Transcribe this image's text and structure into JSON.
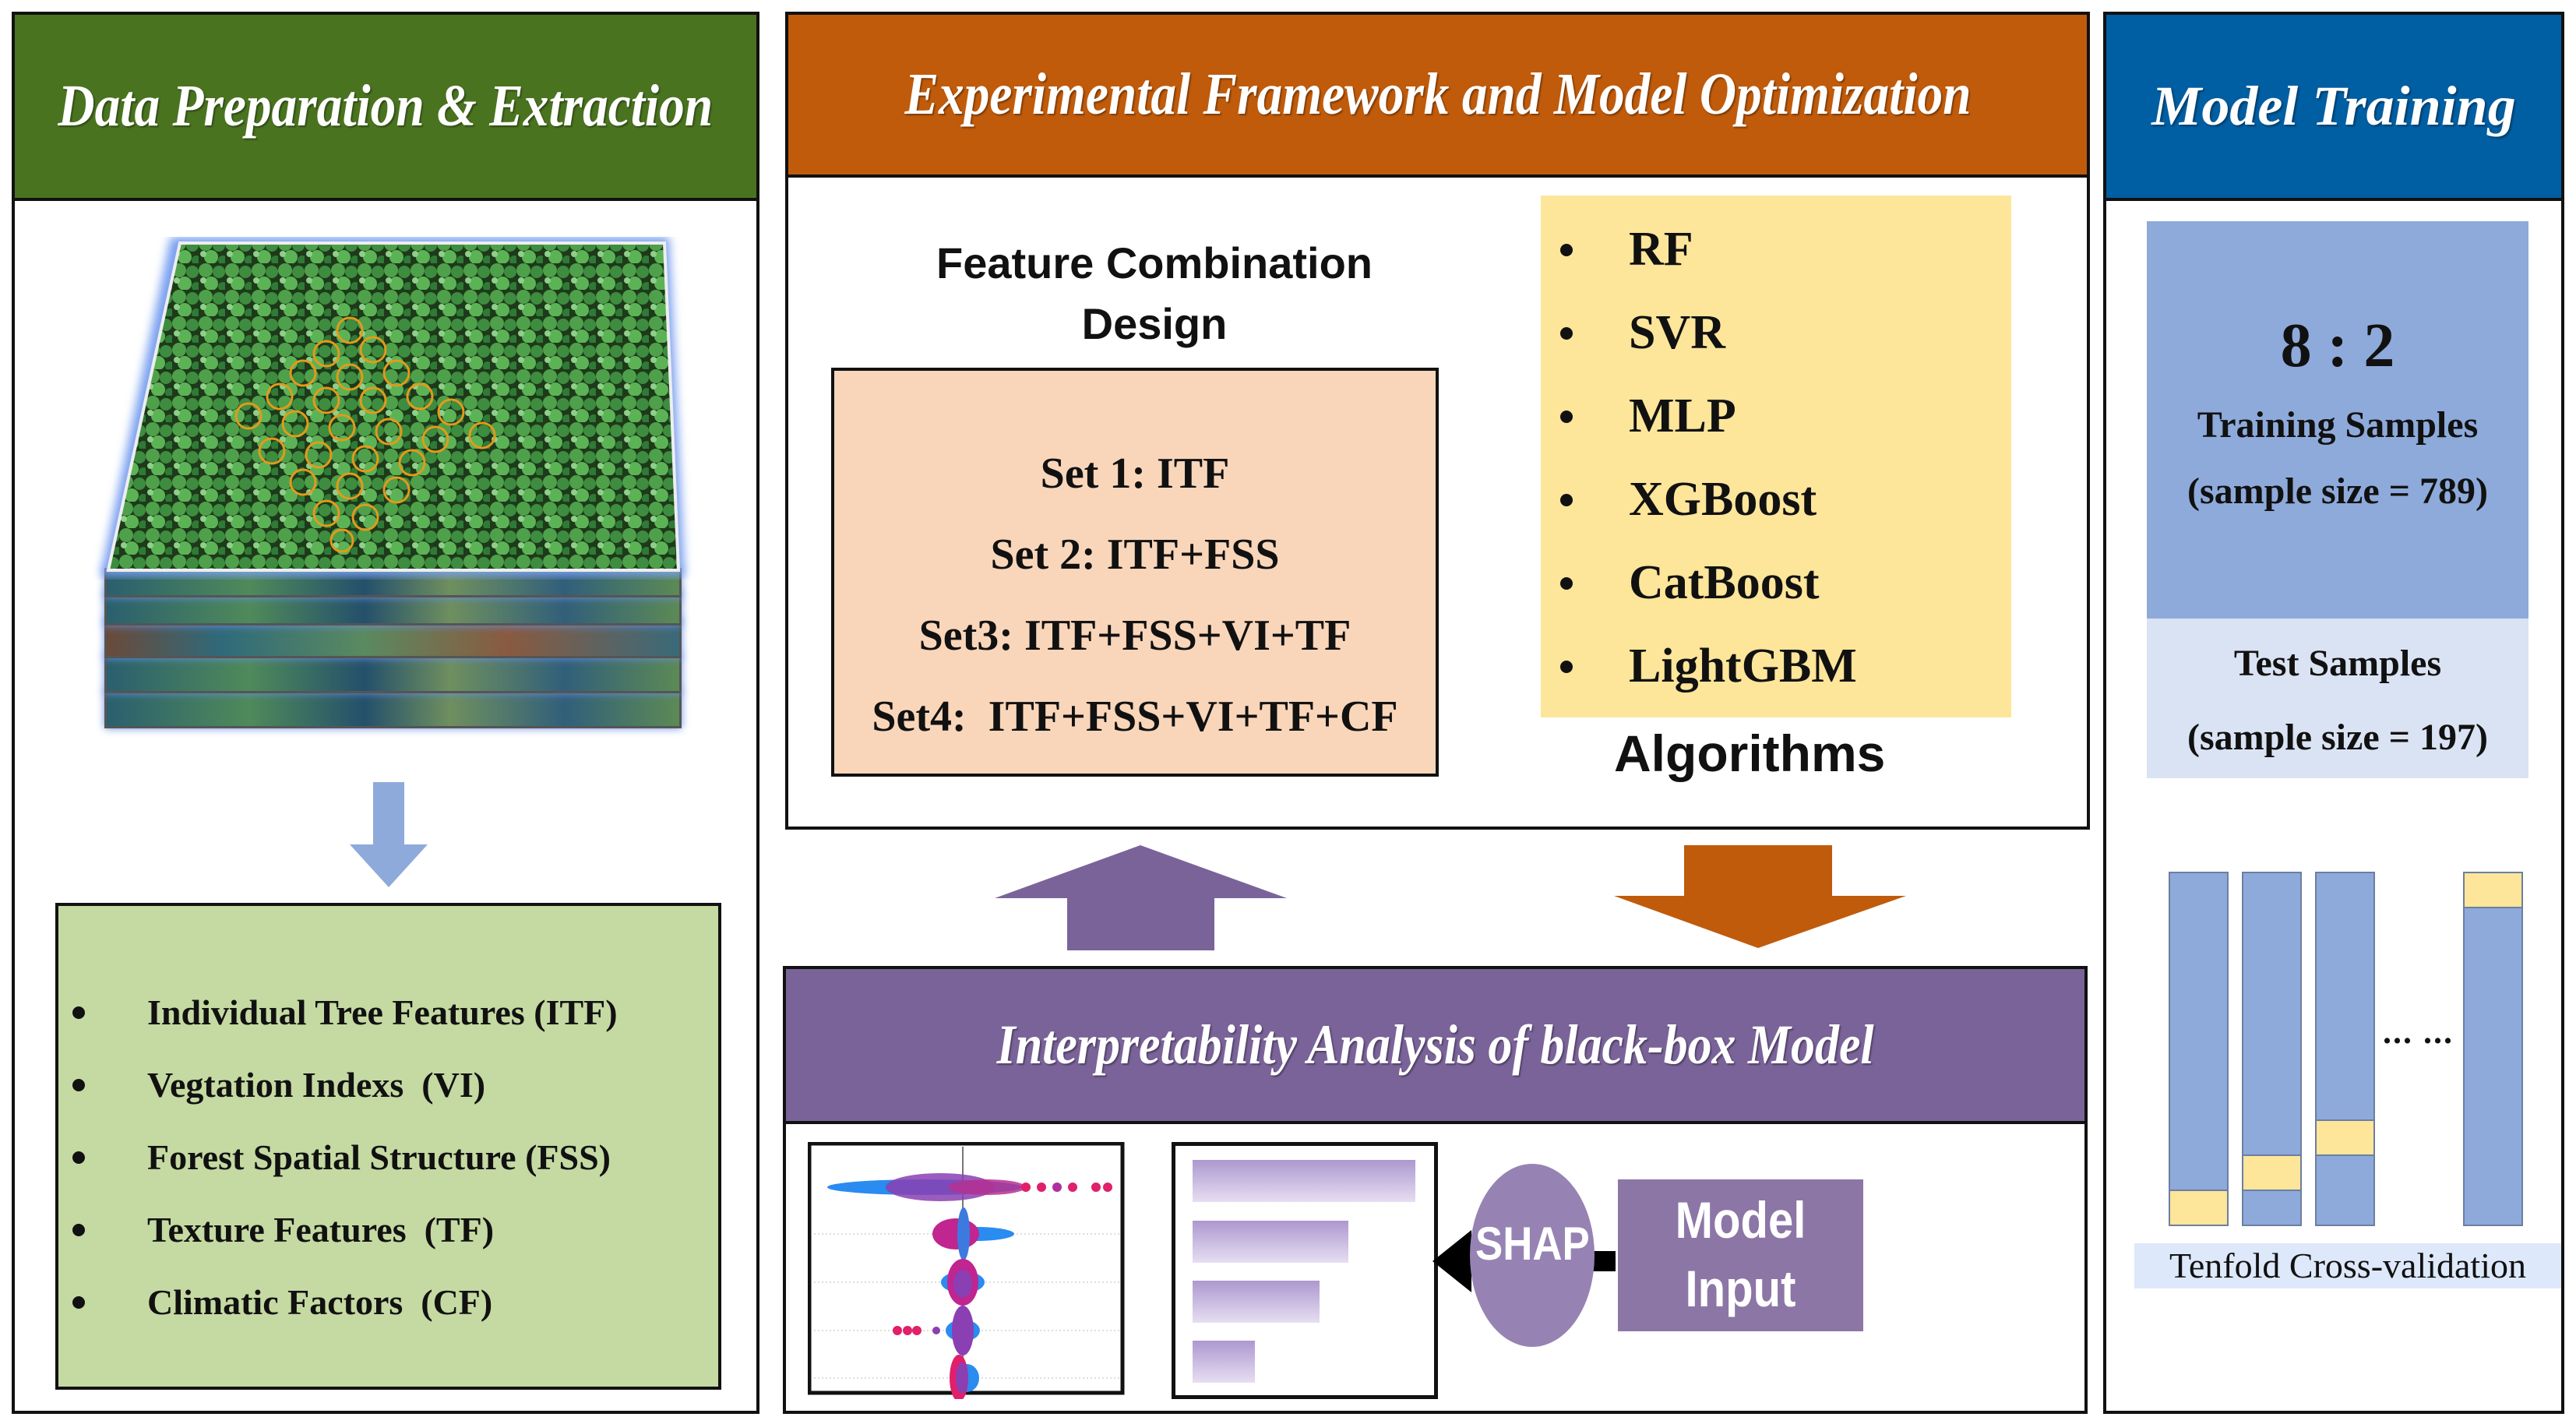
{
  "left_panel": {
    "title": "Data Preparation & Extraction",
    "header_color": "#4a7320",
    "image": "uav-forest-canopy-imagery-stack",
    "features": [
      "Individual Tree Features (ITF)",
      "Vegtation Indexs  (VI)",
      "Forest Spatial Structure (FSS)",
      "Texture Features  (TF)",
      "Climatic Factors  (CF)"
    ],
    "features_bg": "#c5d9a2"
  },
  "middle_panel": {
    "title": "Experimental Framework and Model Optimization",
    "header_color": "#c05b0b",
    "feature_design": {
      "heading_line1": "Feature Combination",
      "heading_line2": "Design",
      "sets": [
        "Set 1: ITF",
        "Set 2: ITF+FSS",
        "Set3: ITF+FSS+VI+TF",
        "Set4:  ITF+FSS+VI+TF+CF"
      ],
      "bg": "#f9d6ba"
    },
    "algorithms": {
      "items": [
        "RF",
        "SVR",
        "MLP",
        "XGBoost",
        "CatBoost",
        "LightGBM"
      ],
      "label": "Algorithms",
      "bg": "#fde59a"
    },
    "interpretability": {
      "title": "Interpretability Analysis of black-box Model",
      "header_color": "#7a6399",
      "shap_label": "SHAP",
      "model_input_line1": "Model",
      "model_input_line2": "Input",
      "importance_bars": [
        1.0,
        0.7,
        0.57,
        0.28
      ]
    }
  },
  "right_panel": {
    "title": "Model Training",
    "header_color": "#005ea2",
    "ratio": "8 : 2",
    "training_label": "Training Samples",
    "training_size": "(sample size = 789)",
    "test_label": "Test Samples",
    "test_size": "(sample size = 197)",
    "cv_label": "Tenfold Cross-validation",
    "cv_ellipsis": "... ...",
    "cv_folds_shown": [
      1,
      2,
      3,
      10
    ],
    "cv_total_folds": 10
  }
}
